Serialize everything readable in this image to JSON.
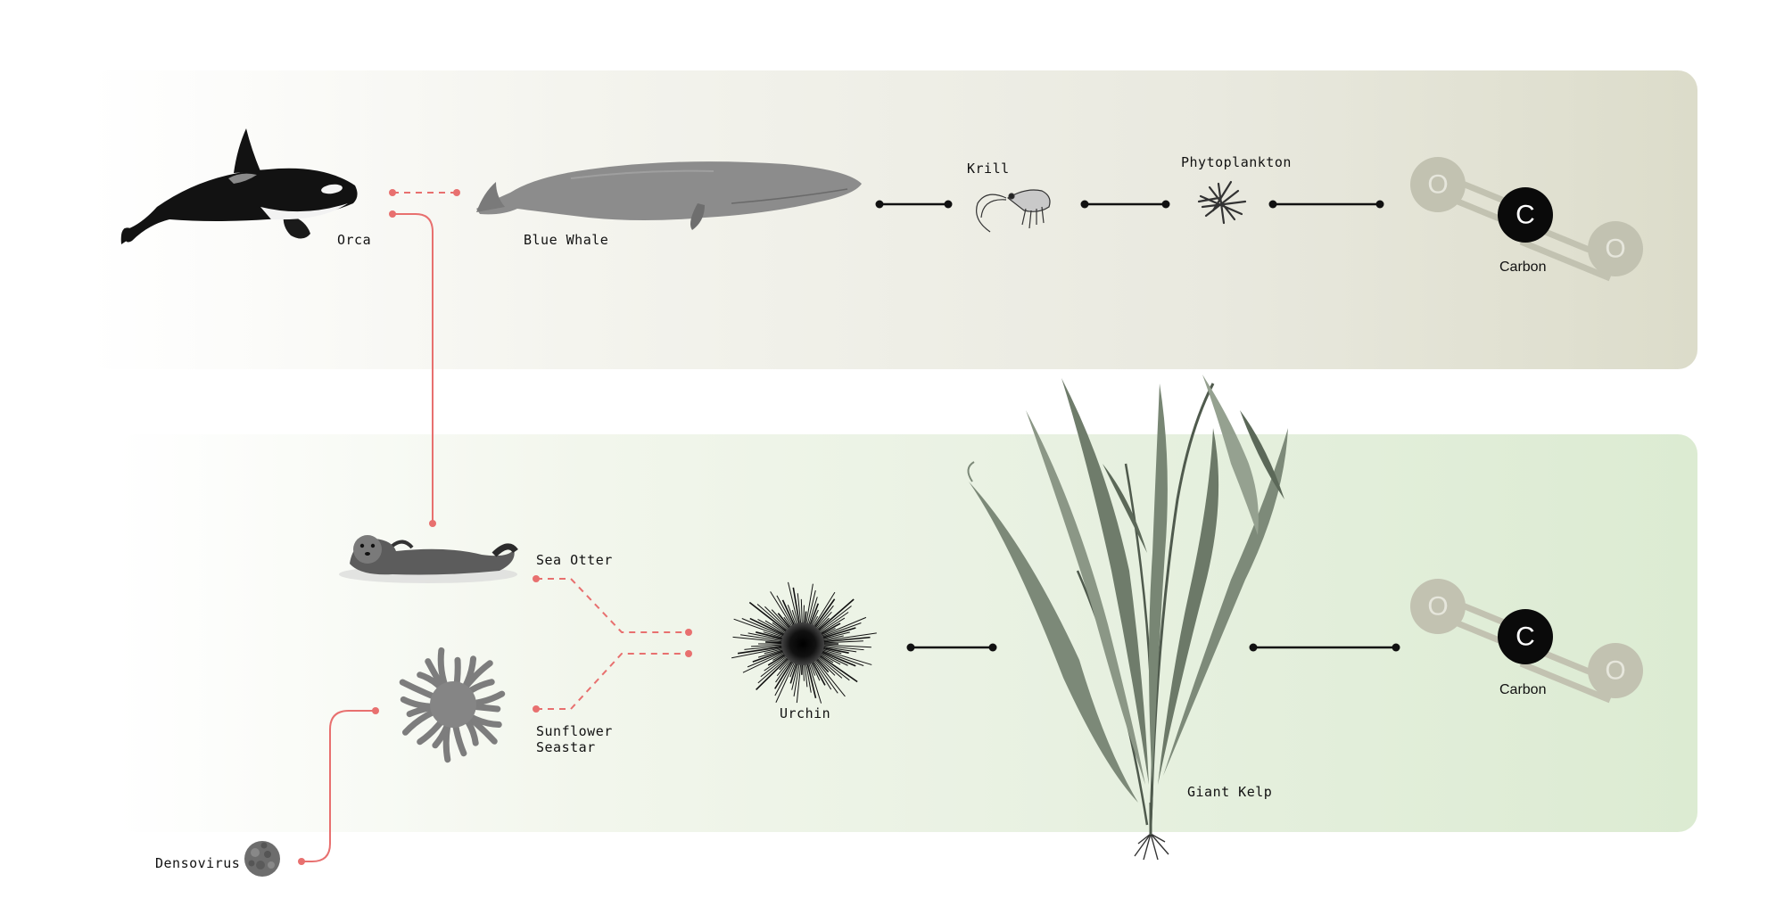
{
  "colors": {
    "predation_link": "#e8706f",
    "food_link": "#111111",
    "atom_oxygen": "#c2c2b1",
    "atom_carbon": "#0a0a0a"
  },
  "top_chain": {
    "orca": "Orca",
    "blue_whale": "Blue Whale",
    "krill": "Krill",
    "phytoplankton": "Phytoplankton",
    "carbon": "Carbon",
    "atom_c": "C",
    "atom_o1": "O",
    "atom_o2": "O"
  },
  "bottom_chain": {
    "sea_otter": "Sea Otter",
    "sunflower_seastar_line1": "Sunflower",
    "sunflower_seastar_line2": "Seastar",
    "urchin": "Urchin",
    "giant_kelp": "Giant Kelp",
    "carbon": "Carbon",
    "densovirus": "Densovirus",
    "atom_c": "C",
    "atom_o1": "O",
    "atom_o2": "O"
  }
}
